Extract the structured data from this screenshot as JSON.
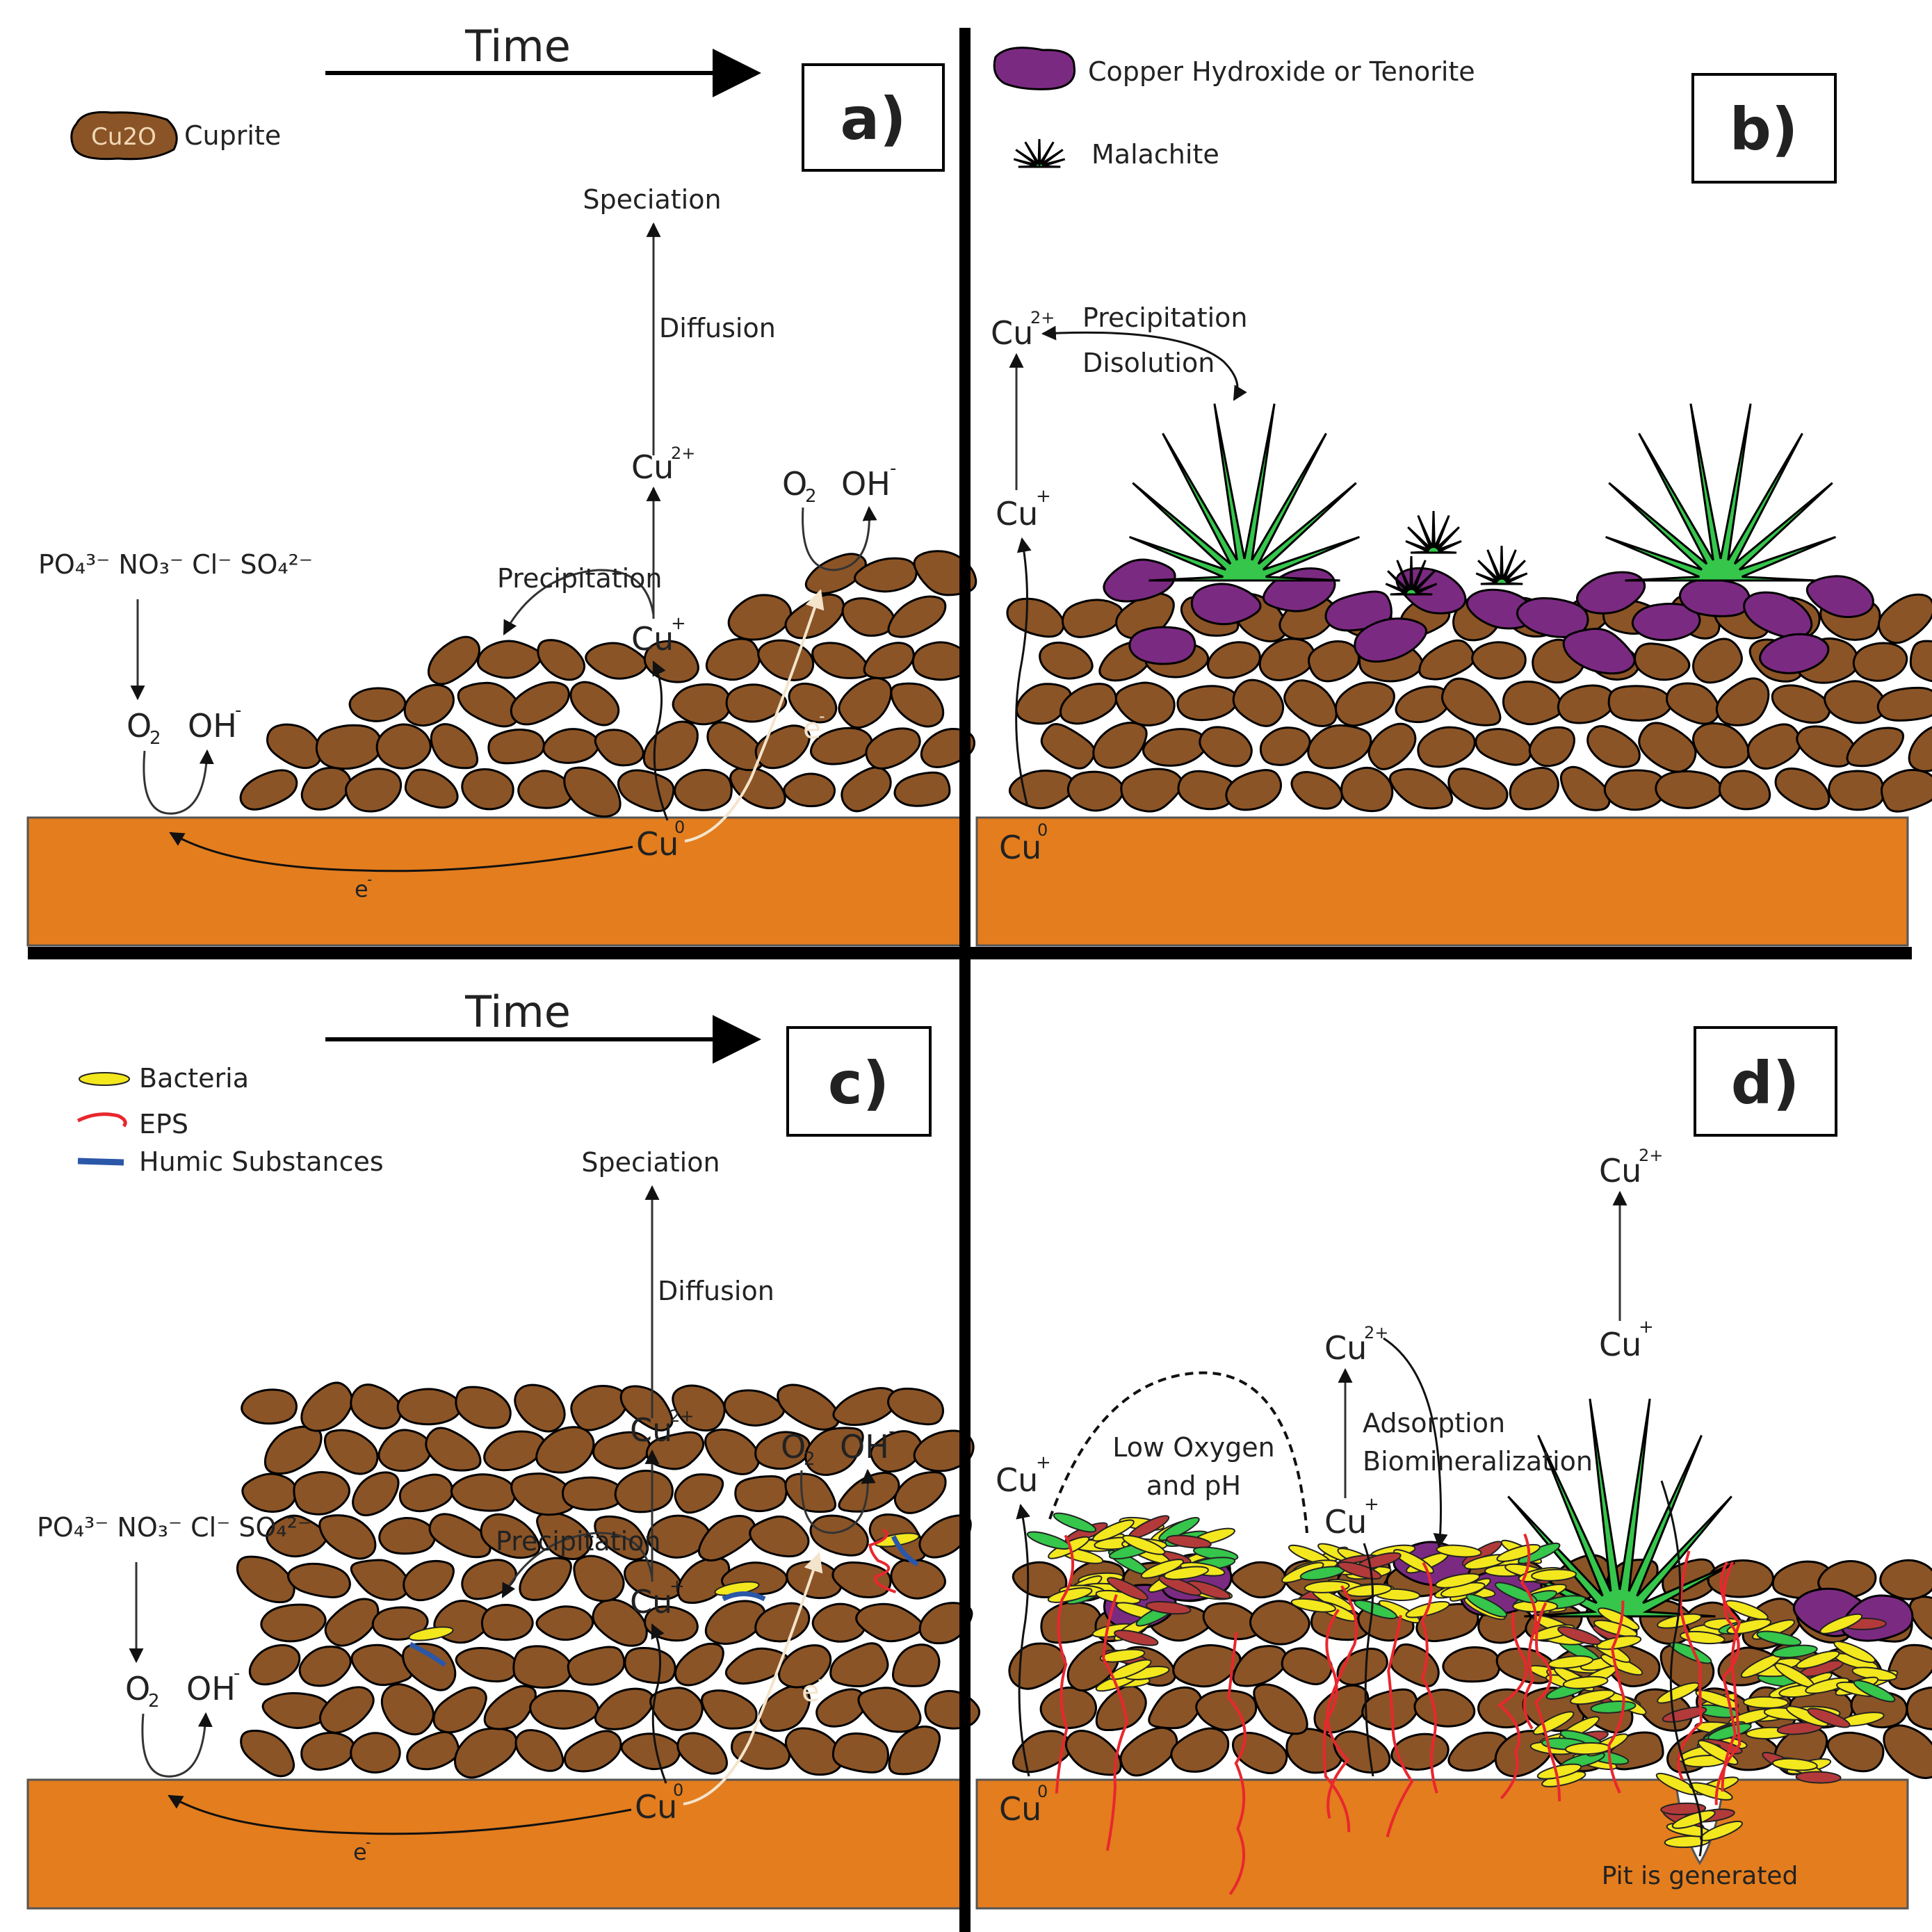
{
  "time_label": "Time",
  "panels": {
    "a": "a)",
    "b": "b)",
    "c": "c)",
    "d": "d)"
  },
  "legend_top": {
    "cuprite_symbol": "Cu2O",
    "cuprite": "Cuprite",
    "copper_hydroxide": "Copper Hydroxide or Tenorite",
    "malachite": "Malachite"
  },
  "legend_bottom": {
    "bacteria": "Bacteria",
    "eps": "EPS",
    "humic": "Humic Substances"
  },
  "labels": {
    "speciation": "Speciation",
    "diffusion": "Diffusion",
    "precipitation": "Precipitation",
    "disolution": "Disolution",
    "anions": "PO₄³⁻ NO₃⁻ Cl⁻ SO₄²⁻",
    "cu0": "Cu",
    "cu0_sup": "0",
    "cu_plus": "Cu",
    "plus_sup": "+",
    "cu2_plus": "Cu",
    "two_plus_sup": "2+",
    "o2": "O",
    "o2_sub": "2",
    "oh": "OH",
    "oh_sup": "-",
    "electron": "e",
    "electron_sup": "-",
    "low_oxygen_line1": "Low Oxygen",
    "low_oxygen_line2": "and pH",
    "adsorption": "Adsorption",
    "biomineralization": "Biomineralization",
    "pit": "Pit is generated"
  },
  "colors": {
    "copper_metal": "#E37D1E",
    "cuprite": "#8B5426",
    "hydroxide": "#7B2A82",
    "malachite": "#35C64B",
    "bacteria": "#F3E71E",
    "eps": "#E8272E",
    "humic": "#2B57A8"
  }
}
